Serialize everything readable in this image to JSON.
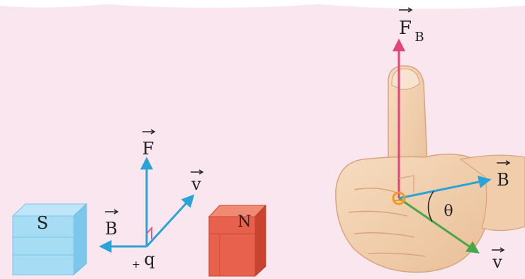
{
  "magnet_left": {
    "label": "S",
    "color": "#8fd3f2"
  },
  "magnet_right": {
    "label": "N",
    "color": "#e8614c"
  },
  "left_vectors": {
    "force": "F",
    "velocity": "v",
    "field": "B",
    "charge": "q",
    "charge_sign": "+"
  },
  "hand_vectors": {
    "force": "F",
    "force_subscript": "B",
    "field": "B",
    "velocity": "v",
    "angle": "θ"
  },
  "colors": {
    "background": "#f9e6ee",
    "vector_blue": "#2aa3d6",
    "force_pink": "#e0457a",
    "velocity_green": "#4aa64a",
    "hand_skin": "#f3cfaa",
    "angle_marker": "#f09a28"
  }
}
